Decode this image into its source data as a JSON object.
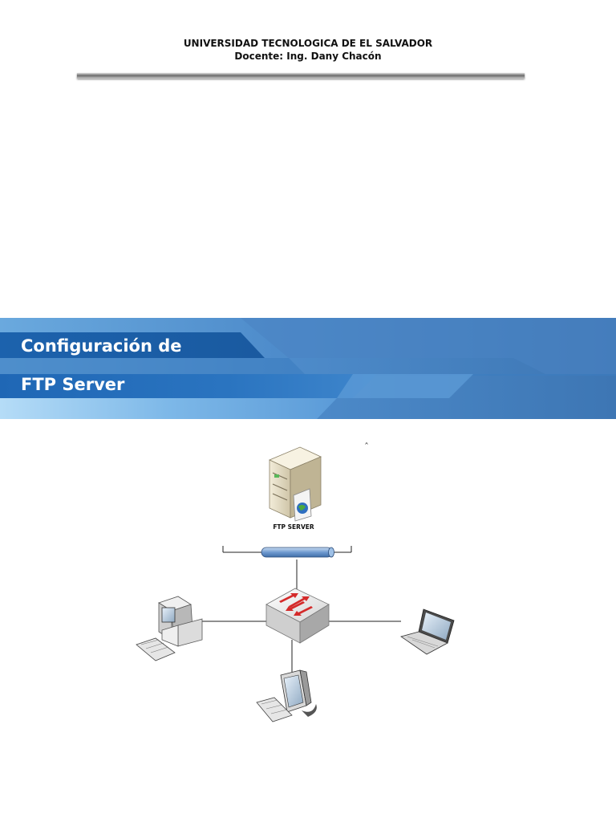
{
  "header": {
    "institution": "UNIVERSIDAD TECNOLOGICA DE EL SALVADOR",
    "teacher": "Docente: Ing. Dany Chacón"
  },
  "banner": {
    "title_line1": "Configuración de",
    "title_line2": "FTP Server",
    "colors": {
      "dark": "#1d5fa8",
      "mid": "#2d78c2",
      "light": "#a9d3f3"
    }
  },
  "diagram": {
    "server_label": "FTP SERVER",
    "caret_mark": "ˆ",
    "icons": [
      "server-icon",
      "globe-icon",
      "network-bus-icon",
      "switch-icon",
      "desktop-pc-icon",
      "laptop-icon",
      "workstation-icon"
    ]
  }
}
